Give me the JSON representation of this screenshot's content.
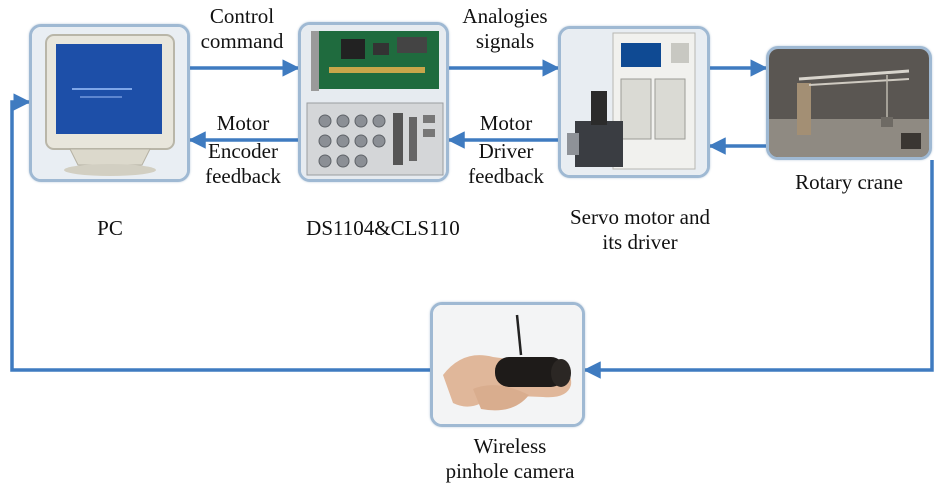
{
  "blocks": {
    "pc": "PC",
    "ds": "DS1104&CLS110",
    "servo": [
      "Servo motor and",
      "its driver"
    ],
    "crane": "Rotary crane",
    "camera": [
      "Wireless",
      "pinhole camera"
    ]
  },
  "links": {
    "control_command": [
      "Control",
      "command"
    ],
    "analogies_signals": [
      "Analogies",
      "signals"
    ],
    "motor_encoder": [
      "Motor",
      "Encoder",
      "feedback"
    ],
    "motor_driver": [
      "Motor",
      "Driver",
      "feedback"
    ]
  },
  "colors": {
    "arrow": "#3f7bc0",
    "frame": "#9fb9d3"
  }
}
